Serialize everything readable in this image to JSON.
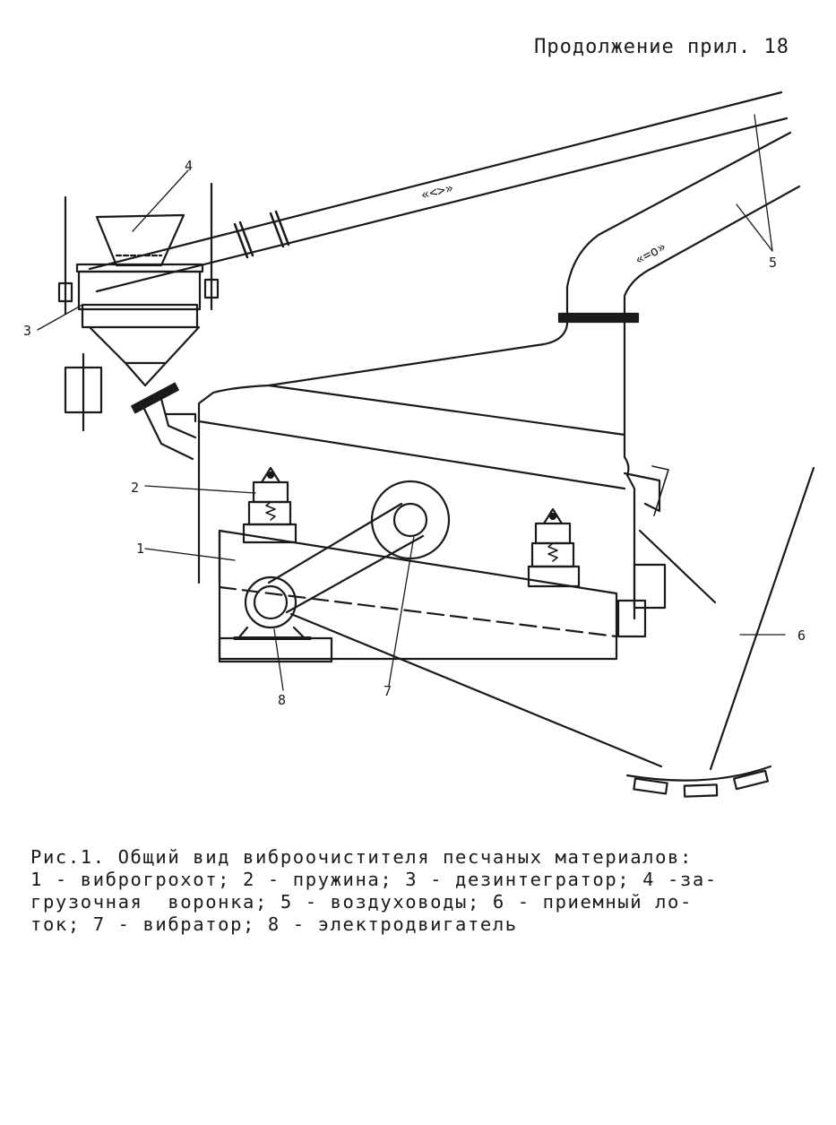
{
  "header": {
    "text": "Продолжение прил. 18"
  },
  "figure": {
    "callouts": [
      "1",
      "2",
      "3",
      "4",
      "5",
      "6",
      "7",
      "8"
    ]
  },
  "caption": {
    "lines": [
      "Рис.1. Общий вид виброочистителя песчаных материалов:",
      "1 - виброгрохот; 2 - пружина; 3 - дезинтегратор; 4 -за-",
      "грузочная  воронка; 5 - воздуховоды; 6 - приемный ло-",
      "ток; 7 - вибратор; 8 - электродвигатель"
    ]
  }
}
